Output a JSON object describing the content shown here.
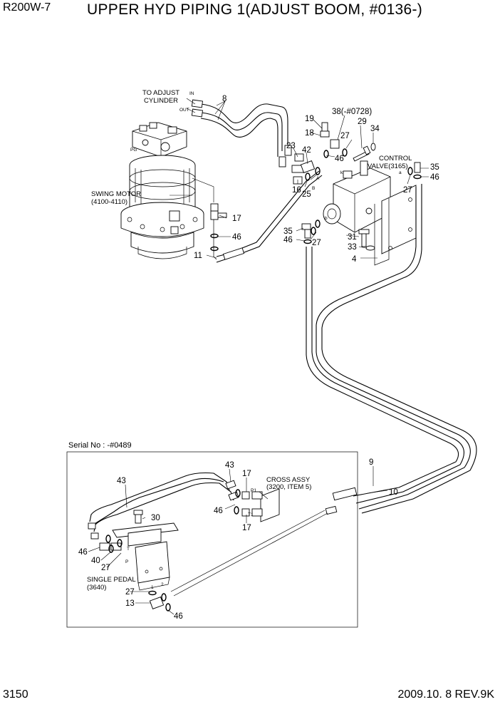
{
  "header": {
    "model": "R200W-7",
    "title": "UPPER HYD PIPING 1(ADJUST BOOM, #0136-)"
  },
  "footer": {
    "page_number": "3150",
    "revision": "2009.10. 8  REV.9K"
  },
  "labels": {
    "to_adjust_cylinder_1": "TO ADJUST",
    "to_adjust_cylinder_2": "CYLINDER",
    "in": "IN",
    "out": "OUT",
    "swing_motor_1": "SWING MOTOR",
    "swing_motor_2": "(4100-4110)",
    "pg": "PG",
    "control_valve_1": "CONTROL",
    "control_valve_2": "VALVE(3165)",
    "serial_no": "Serial No : -#0489",
    "cross_assy_1": "CROSS ASSY",
    "cross_assy_2": "(3200, ITEM 5)",
    "single_pedal_1": "SINGLE PEDAL",
    "single_pedal_2": "(3640)",
    "port_a": "A",
    "port_b": "B",
    "port_a_small": "a",
    "port_b_small": "b",
    "port_k": "k",
    "port_p1": "P1",
    "port_t1": "T1",
    "port_p": "P",
    "port_t": "T",
    "port_1": "1",
    "port_2": "2"
  },
  "callouts": {
    "c8": "8",
    "c19": "19",
    "c38": "38(-#0728)",
    "c18": "18",
    "c27a": "27",
    "c29": "29",
    "c34": "34",
    "c23": "23",
    "c42": "42",
    "c46a": "46",
    "c35a": "35",
    "c46b": "46",
    "c16": "16",
    "c25": "25",
    "c27b": "27",
    "c17a": "17",
    "c46c": "46",
    "c11": "11",
    "c35b": "35",
    "c46d": "46",
    "c27c": "27",
    "c31": "31",
    "c33": "33",
    "c4": "4",
    "c43a": "43",
    "c43b": "43",
    "c17b": "17",
    "c46e": "46",
    "c17c": "17",
    "c9": "9",
    "c10": "10",
    "c30": "30",
    "c46f": "46",
    "c40": "40",
    "c27d": "27",
    "c27e": "27",
    "c13": "13",
    "c46g": "46"
  }
}
